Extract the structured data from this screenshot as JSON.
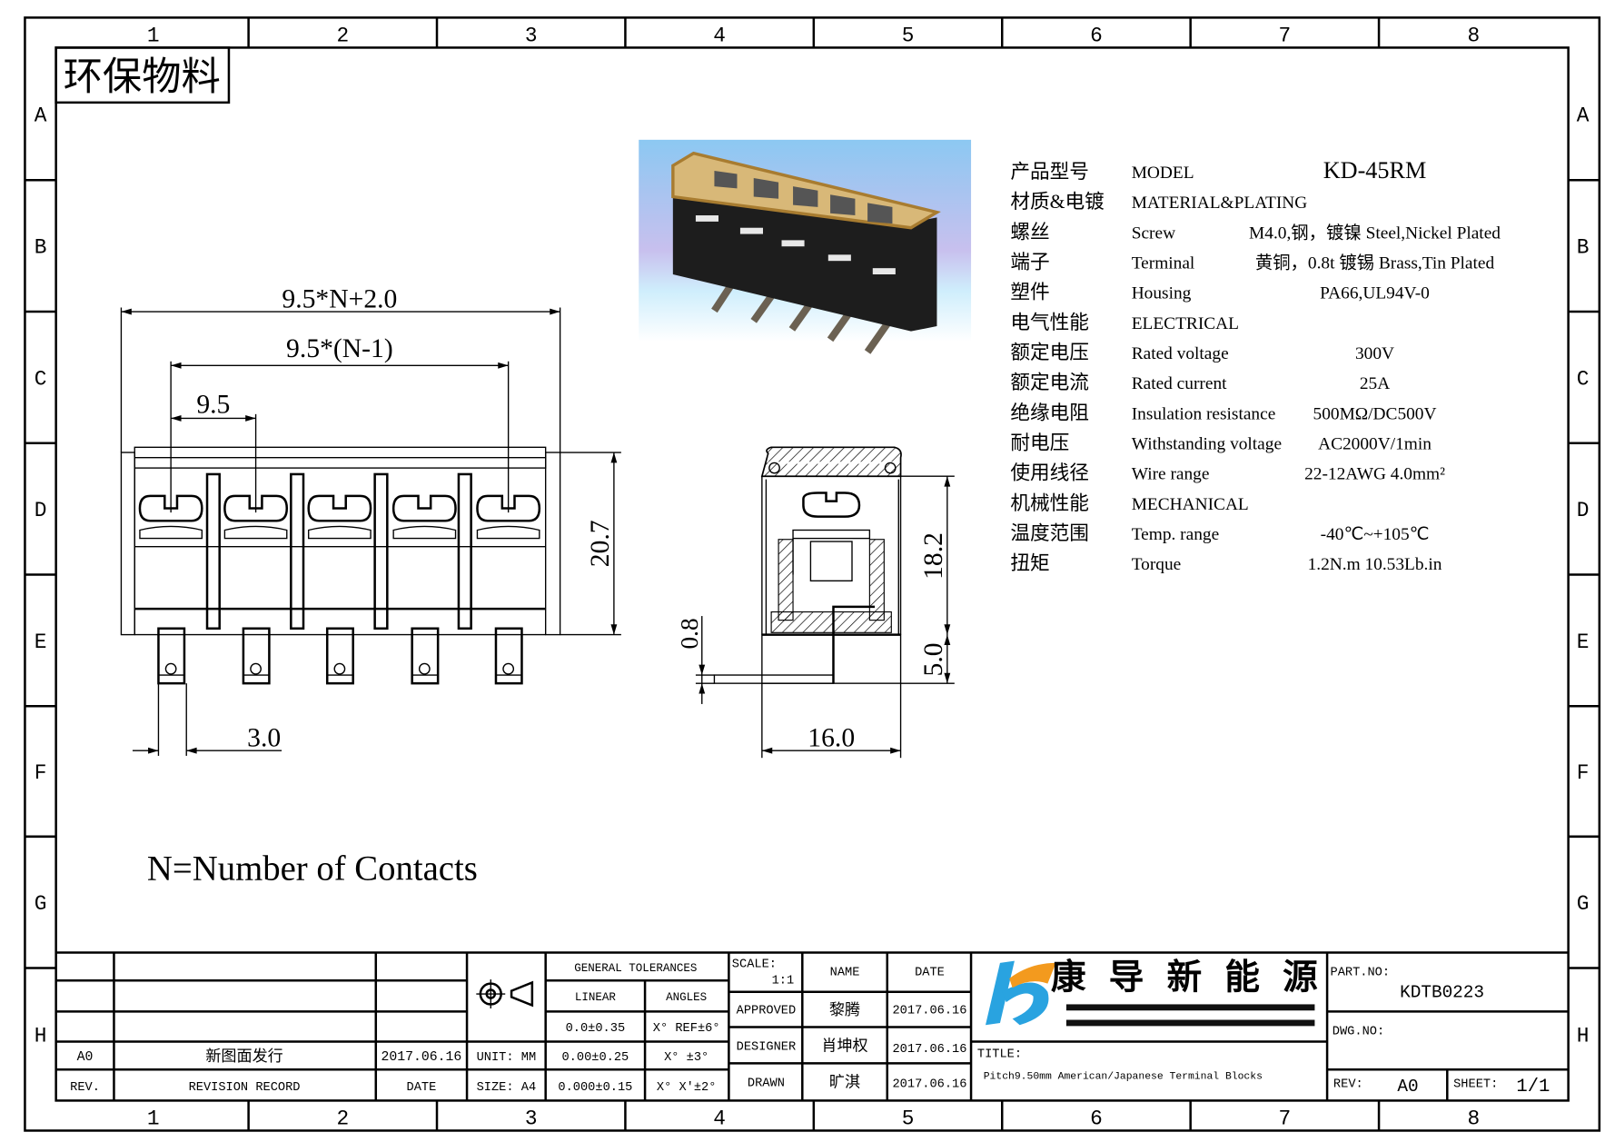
{
  "grid": {
    "columns": [
      "1",
      "2",
      "3",
      "4",
      "5",
      "6",
      "7",
      "8"
    ],
    "rows": [
      "A",
      "B",
      "C",
      "D",
      "E",
      "F",
      "G",
      "H"
    ]
  },
  "stamp": "环保物料",
  "specs": [
    {
      "cn": "产品型号",
      "en": "MODEL",
      "value": "KD-45RM"
    },
    {
      "cn": "材质&电镀",
      "en": "MATERIAL&PLATING",
      "value": ""
    },
    {
      "cn": "螺丝",
      "en": "Screw",
      "value": "M4.0,钢，镀镍 Steel,Nickel Plated"
    },
    {
      "cn": "端子",
      "en": "Terminal",
      "value": "黄铜，0.8t 镀锡 Brass,Tin Plated"
    },
    {
      "cn": "塑件",
      "en": "Housing",
      "value": "PA66,UL94V-0"
    },
    {
      "cn": "电气性能",
      "en": "ELECTRICAL",
      "value": ""
    },
    {
      "cn": "额定电压",
      "en": "Rated voltage",
      "value": "300V"
    },
    {
      "cn": "额定电流",
      "en": "Rated current",
      "value": "25A"
    },
    {
      "cn": "绝缘电阻",
      "en": "Insulation resistance",
      "value": "500MΩ/DC500V"
    },
    {
      "cn": "耐电压",
      "en": "Withstanding voltage",
      "value": "AC2000V/1min"
    },
    {
      "cn": "使用线径",
      "en": "Wire range",
      "value": "22-12AWG 4.0mm²"
    },
    {
      "cn": "机械性能",
      "en": "MECHANICAL",
      "value": ""
    },
    {
      "cn": "温度范围",
      "en": "Temp. range",
      "value": "-40℃~+105℃"
    },
    {
      "cn": "扭矩",
      "en": "Torque",
      "value": "1.2N.m  10.53Lb.in"
    }
  ],
  "dimensions": {
    "overall": "9.5*N+2.0",
    "span": "9.5*(N-1)",
    "pitch": "9.5",
    "height": "20.7",
    "pin_width": "3.0",
    "side_height": "18.2",
    "pin_offset": "5.0",
    "depth": "16.0",
    "pin_thickness": "0.8"
  },
  "note": "N=Number of Contacts",
  "title_block": {
    "revisions": [
      {
        "rev": "A0",
        "record": "新图面发行",
        "date": "2017.06.16"
      }
    ],
    "rev_header": {
      "rev": "REV.",
      "record": "REVISION RECORD",
      "date": "DATE"
    },
    "unit": "UNIT: MM",
    "size": "SIZE: A4",
    "general_tolerances": "GENERAL TOLERANCES",
    "linear_label": "LINEAR",
    "angles_label": "ANGLES",
    "linear": [
      "0.0±0.35",
      "0.00±0.25",
      "0.000±0.15"
    ],
    "angles": [
      "X° REF±6°",
      "X° ±3°",
      "X° X'±2°"
    ],
    "scale_label": "SCALE:",
    "scale": "1:1",
    "name_header": "NAME",
    "date_header": "DATE",
    "approved": {
      "label": "APPROVED",
      "name": "黎腾",
      "date": "2017.06.16"
    },
    "designer": {
      "label": "DESIGNER",
      "name": "肖坤权",
      "date": "2017.06.16"
    },
    "drawn": {
      "label": "DRAWN",
      "name": "旷淇",
      "date": "2017.06.16"
    },
    "company": "康导新能源",
    "title_label": "TITLE:",
    "title": "Pitch9.50mm American/Japanese Terminal Blocks",
    "part_no_label": "PART.NO:",
    "part_no": "KDTB0223",
    "dwg_no_label": "DWG.NO:",
    "rev_label": "REV:",
    "rev": "A0",
    "sheet_label": "SHEET:",
    "sheet": "1/1"
  },
  "colors": {
    "logo_blue": "#29a3e0",
    "logo_orange": "#f39a1e",
    "photo_bg": "#a8d8f5"
  }
}
